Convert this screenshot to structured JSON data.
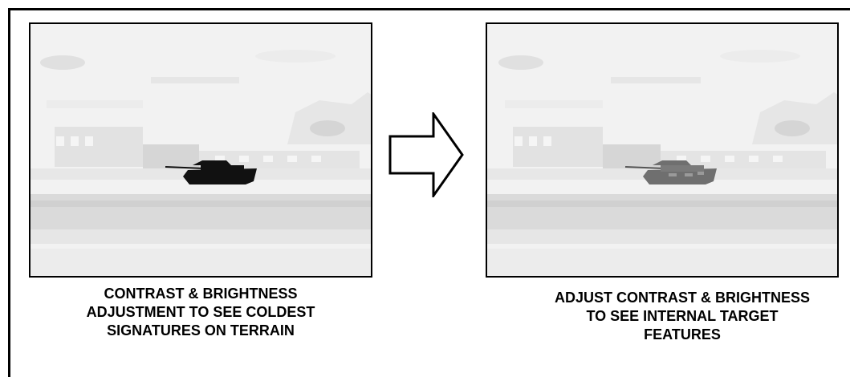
{
  "panels": [
    {
      "caption_lines": [
        "CONTRAST & BRIGHTNESS",
        "ADJUSTMENT TO SEE COLDEST",
        "SIGNATURES ON TERRAIN"
      ],
      "tank_color": "#111111"
    },
    {
      "caption_lines": [
        "ADJUST CONTRAST & BRIGHTNESS",
        "TO SEE INTERNAL TARGET",
        "FEATURES"
      ],
      "tank_color": "#6f6f6f"
    }
  ],
  "colors": {
    "scene_background": "#f2f2f2",
    "terrain_light": "#e3e3e3",
    "terrain_mid": "#d8d8d8",
    "outline": "#000000"
  }
}
